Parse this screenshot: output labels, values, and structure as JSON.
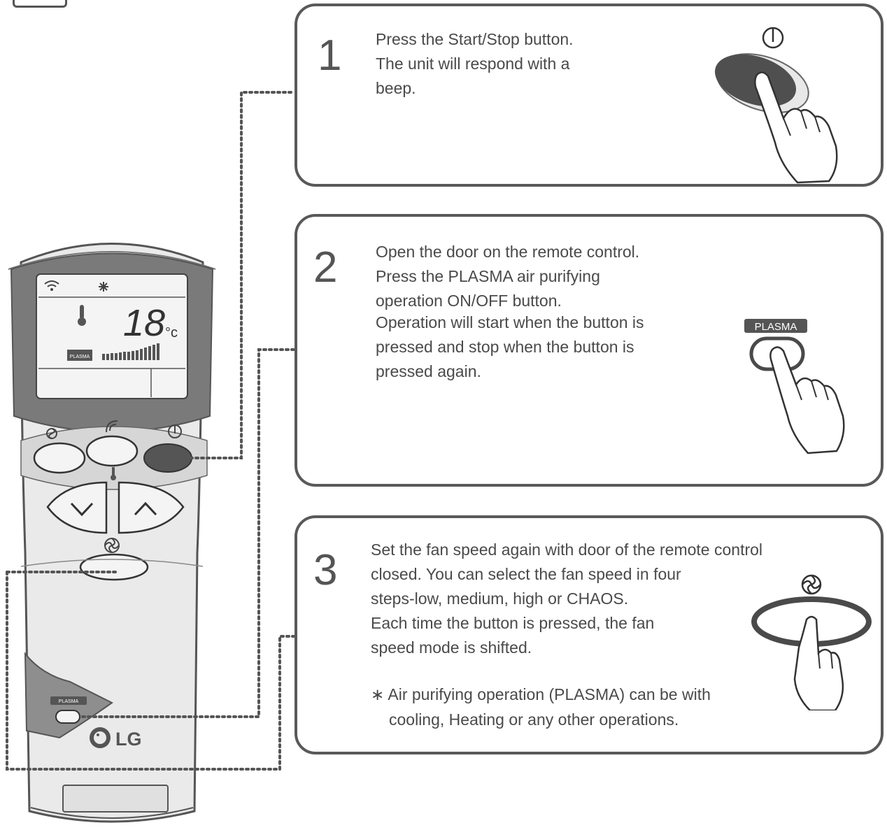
{
  "remote": {
    "display_temp": "18",
    "display_unit": "°c",
    "display_plasma": "PLASMA",
    "door_plasma": "PLASMA",
    "brand": "LG"
  },
  "steps": [
    {
      "number": "1",
      "lines": [
        "Press the Start/Stop button.",
        "The unit will respond with a",
        "beep."
      ]
    },
    {
      "number": "2",
      "lines": [
        "Open the door on the remote control.",
        "Press the PLASMA air purifying",
        "operation ON/OFF button."
      ],
      "lines2": [
        "Operation will start when the button is",
        "pressed and stop when the button is",
        "pressed again."
      ],
      "button_label": "PLASMA"
    },
    {
      "number": "3",
      "lines": [
        "Set the fan speed again with door of the remote control",
        "closed. You can select the fan speed in four",
        "steps-low, medium, high or CHAOS.",
        "Each time the button is pressed, the fan",
        "speed mode is shifted."
      ],
      "note": [
        "∗ Air purifying operation (PLASMA) can be with",
        "cooling, Heating or any other operations."
      ]
    }
  ],
  "icons": [
    "power-icon",
    "fan-icon",
    "hand-pointer-icon",
    "thermometer-icon",
    "swing-icon",
    "signal-icon",
    "snowflake-icon",
    "lg-logo-icon"
  ]
}
